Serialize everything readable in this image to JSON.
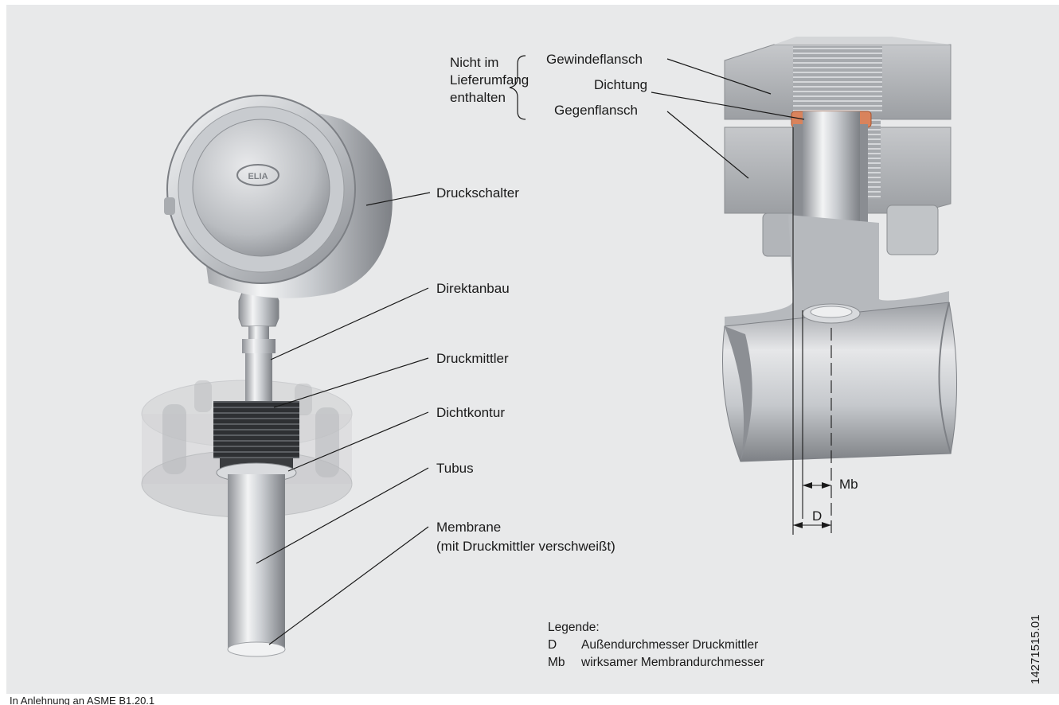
{
  "note_not_included": [
    "Nicht im",
    "Lieferumfang",
    "enthalten"
  ],
  "labels": {
    "gewindeflansch": "Gewindeflansch",
    "dichtung": "Dichtung",
    "gegenflansch": "Gegenflansch",
    "druckschalter": "Druckschalter",
    "direktanbau": "Direktanbau",
    "druckmittler": "Druckmittler",
    "dichtkontur": "Dichtkontur",
    "tubus": "Tubus",
    "membrane_1": "Membrane",
    "membrane_2": "(mit Druckmittler verschweißt)",
    "mb": "Mb",
    "d": "D"
  },
  "legend": {
    "title": "Legende:",
    "items": [
      {
        "key": "D",
        "text": "Außendurchmesser Druckmittler"
      },
      {
        "key": "Mb",
        "text": "wirksamer Membrandurchmesser"
      }
    ]
  },
  "logo_text": "ELIA",
  "footer": "In Anlehnung an ASME B1.20.1",
  "doc_id": "14271515.01",
  "colors": {
    "background": "#e8e9ea",
    "steel": "#b9bcc0",
    "gasket": "#d9835c",
    "text": "#1a1a1a"
  }
}
